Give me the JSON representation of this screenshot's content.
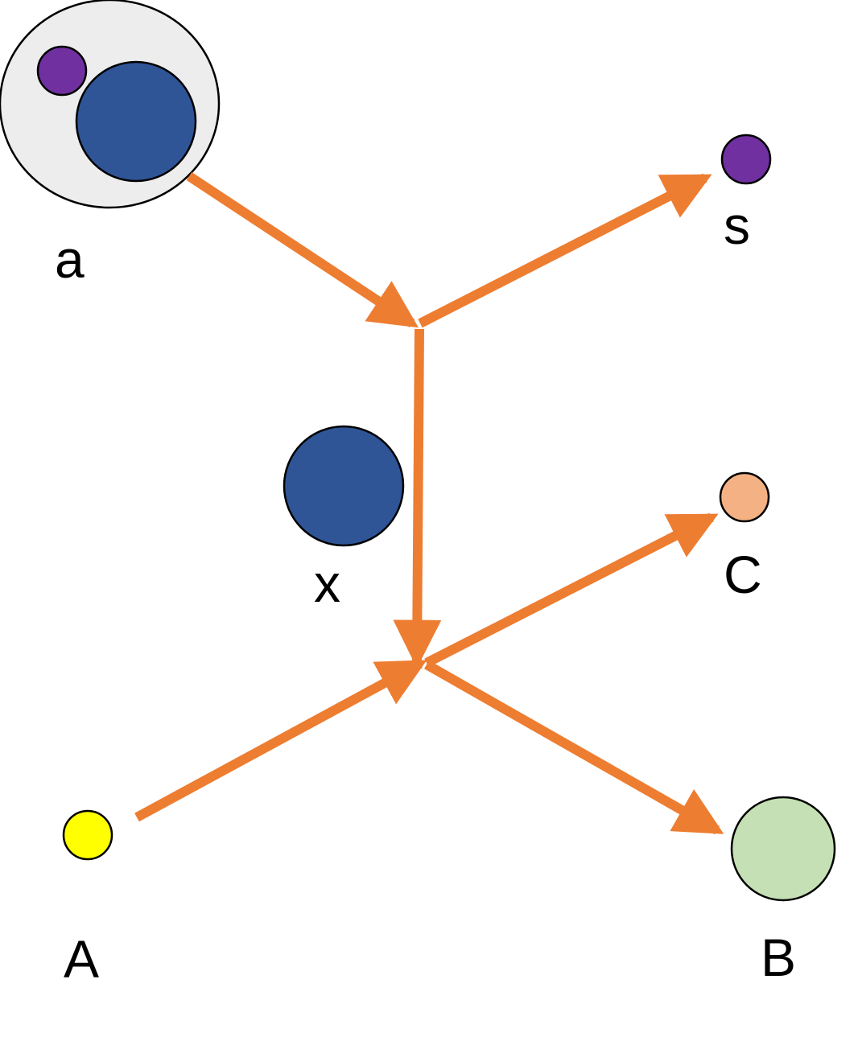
{
  "diagram": {
    "colors": {
      "arrow": "#ED7D31",
      "outline": "#000000",
      "composite_shell": "#EDEDED",
      "heavy": "#2F5597",
      "small": "#7030A0",
      "A": "#FFFF00",
      "B": "#C5E0B4",
      "C": "#F4B183"
    },
    "labels": {
      "a": "a",
      "s": "s",
      "x": "x",
      "C": "C",
      "A": "A",
      "B": "B"
    }
  }
}
